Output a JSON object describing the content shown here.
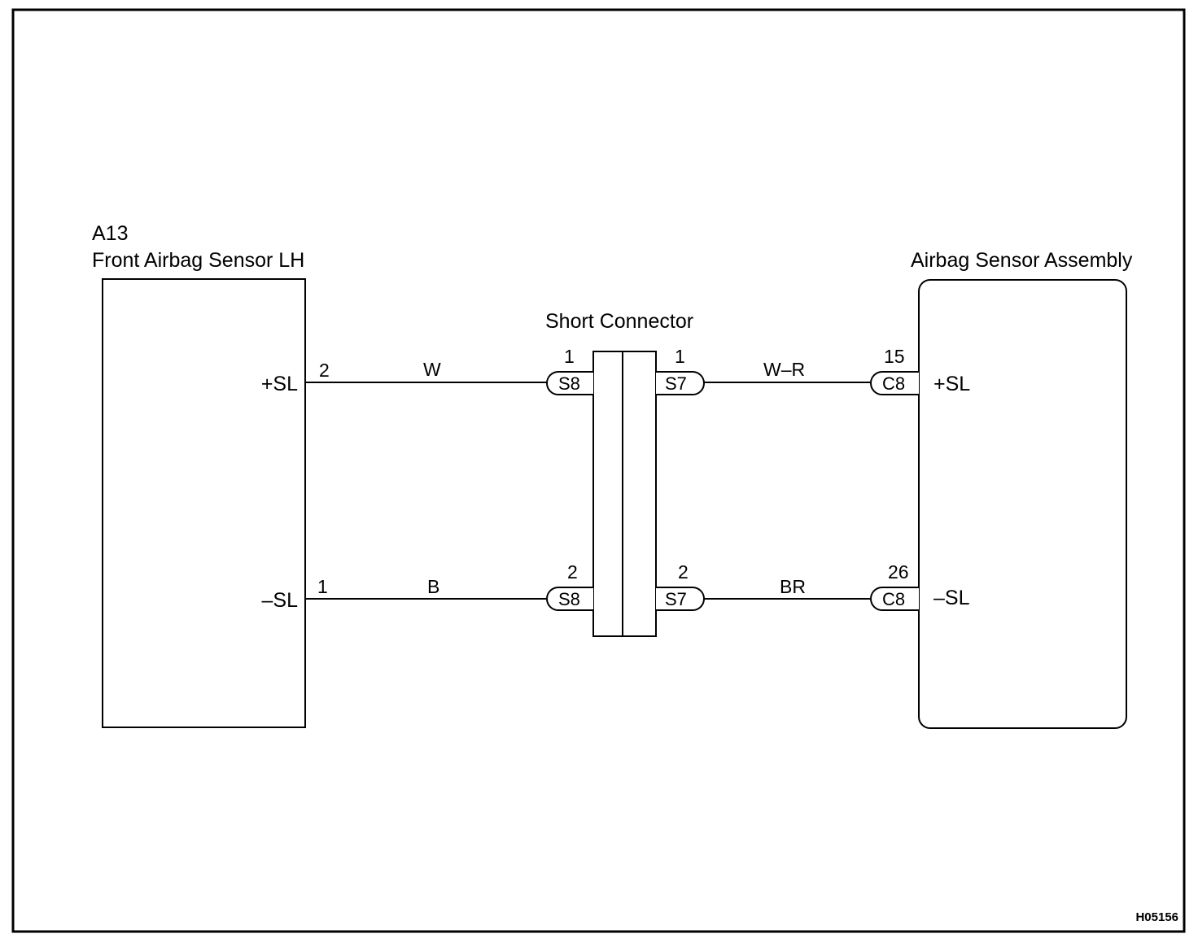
{
  "left_component": {
    "code": "A13",
    "name": "Front Airbag Sensor LH",
    "terminals": [
      {
        "label": "+SL",
        "pin": "2"
      },
      {
        "label": "–SL",
        "pin": "1"
      }
    ]
  },
  "short_connector": {
    "title": "Short Connector",
    "left_connectors": [
      {
        "id": "S8",
        "pin": "1"
      },
      {
        "id": "S8",
        "pin": "2"
      }
    ],
    "right_connectors": [
      {
        "id": "S7",
        "pin": "1"
      },
      {
        "id": "S7",
        "pin": "2"
      }
    ]
  },
  "right_component": {
    "name": "Airbag Sensor Assembly",
    "terminals": [
      {
        "label": "+SL",
        "connector": "C8",
        "pin": "15"
      },
      {
        "label": "–SL",
        "connector": "C8",
        "pin": "26"
      }
    ]
  },
  "wires": {
    "upper_left": "W",
    "upper_right": "W–R",
    "lower_left": "B",
    "lower_right": "BR"
  },
  "figure_code": "H05156"
}
